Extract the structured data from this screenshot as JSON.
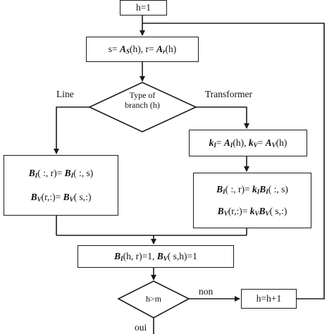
{
  "nodes": {
    "init": "h=1",
    "assign": {
      "s": "s= ",
      "A": "A",
      "s_sub": "S",
      "h1": "(h), r= ",
      "A2": "A",
      "r_sub": "r",
      "h2": "(h)"
    },
    "decision_type": {
      "line1": "Type of",
      "line2": "branch (h)"
    },
    "line_box": {
      "row1": {
        "B": "B",
        "sub": "I",
        "t1": "( :, r)= ",
        "B2": "B",
        "sub2": "I",
        "t2": "( :, s)"
      },
      "row2": {
        "B": "B",
        "sub": "V",
        "t1": "(r,:)= ",
        "B2": "B",
        "sub2": "V",
        "t2": "( s,:)"
      }
    },
    "k_box": {
      "k": "k",
      "k_sub": "I",
      "t1": "= ",
      "A": "A",
      "A_sub": "I",
      "t2": "(h), ",
      "k2": "k",
      "k2_sub": "V",
      "t3": "= ",
      "A2": "A",
      "A2_sub": "V",
      "t4": "(h)"
    },
    "trans_box": {
      "row1": {
        "B": "B",
        "sub": "I",
        "t1": "( :, r)= ",
        "k": "k",
        "k_sub": "I",
        "B2": "B",
        "sub2": "I",
        "t2": "( :, s)"
      },
      "row2": {
        "B": "B",
        "sub": "V",
        "t1": "(r,:)= ",
        "k": "k",
        "k_sub": "V",
        "B2": "B",
        "sub2": "V",
        "t2": "( s,:)"
      }
    },
    "set_box": {
      "B": "B",
      "sub": "I",
      "t1": "(h, r)=1, ",
      "B2": "B",
      "sub2": "V",
      "t2": "( s,h)=1"
    },
    "decision_m": "h>m",
    "increment": "h=h+1"
  },
  "edge_labels": {
    "line": "Line",
    "transformer": "Transformer",
    "non": "non",
    "oui": "oui"
  }
}
